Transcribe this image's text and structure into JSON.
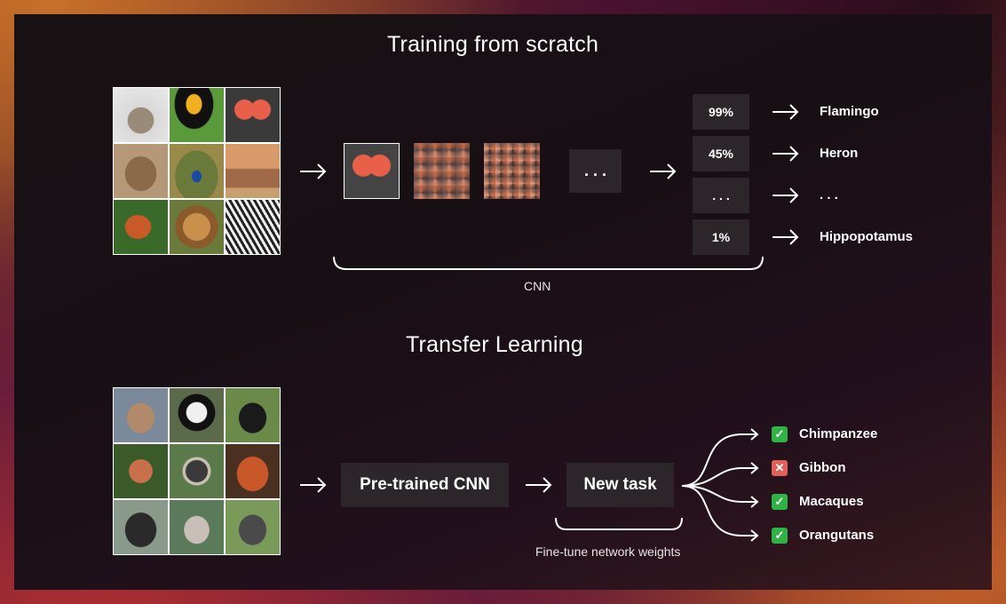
{
  "section1": {
    "title": "Training from scratch",
    "cnn_label": "CNN",
    "ellipsis": ". . .",
    "outputs": [
      {
        "percent": "99%",
        "label": "Flamingo"
      },
      {
        "percent": "45%",
        "label": "Heron"
      },
      {
        "percent": ". . .",
        "label": ". . ."
      },
      {
        "percent": "1%",
        "label": "Hippopotamus"
      }
    ],
    "animal_tiles": [
      "hedgehog",
      "toucan",
      "flamingos",
      "monkeys",
      "peacock",
      "elephant",
      "squirrel",
      "lion",
      "zebras"
    ]
  },
  "section2": {
    "title": "Transfer Learning",
    "pretrained_label": "Pre-trained CNN",
    "newtask_label": "New task",
    "finetune_label": "Fine-tune network weights",
    "primate_tiles": [
      "macaque",
      "panda",
      "chimpanzee",
      "proboscis-monkey",
      "langur",
      "orangutan",
      "gorilla",
      "gibbon",
      "grey-primate"
    ],
    "results": [
      {
        "label": "Chimpanzee",
        "status": "correct"
      },
      {
        "label": "Gibbon",
        "status": "wrong"
      },
      {
        "label": "Macaques",
        "status": "correct"
      },
      {
        "label": "Orangutans",
        "status": "correct"
      }
    ]
  },
  "colors": {
    "correct": "#2fb347",
    "wrong": "#e0605a",
    "box": "#2c2529"
  }
}
